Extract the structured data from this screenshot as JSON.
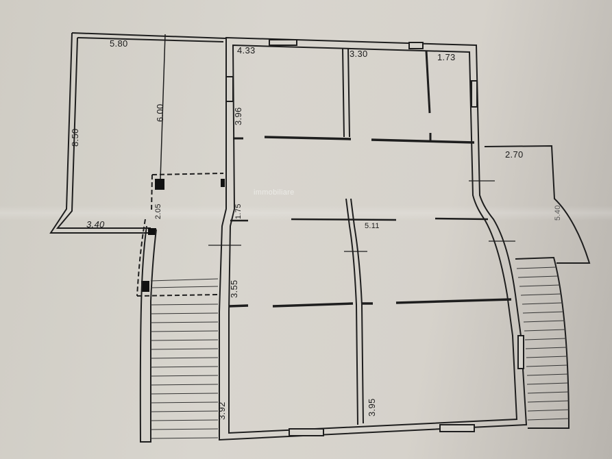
{
  "plan": {
    "type": "architectural floor plan",
    "colors": {
      "paper": "#d4d1ca",
      "wall": "#1e1e1e",
      "room": "#d9d6cf"
    },
    "dimensions": {
      "left_terrace_width": "5.80",
      "left_terrace_length": "8.50",
      "left_terrace_inner": "6.00",
      "left_terrace_bottom": "3.40",
      "passage_width": "2.05",
      "room_top_left_width": "4.33",
      "room_top_left_height": "3.96",
      "room_top_mid_width": "3.30",
      "room_top_right_width": "1.73",
      "right_balcony_width": "2.70",
      "right_balcony_side": "5.40",
      "corridor_left": "1.75",
      "corridor_length": "5.11",
      "room_mid_left_height": "3.55",
      "room_bottom_left_height": "3.92",
      "room_bottom_right_height": "3.95"
    },
    "watermark": "immobiliare"
  }
}
